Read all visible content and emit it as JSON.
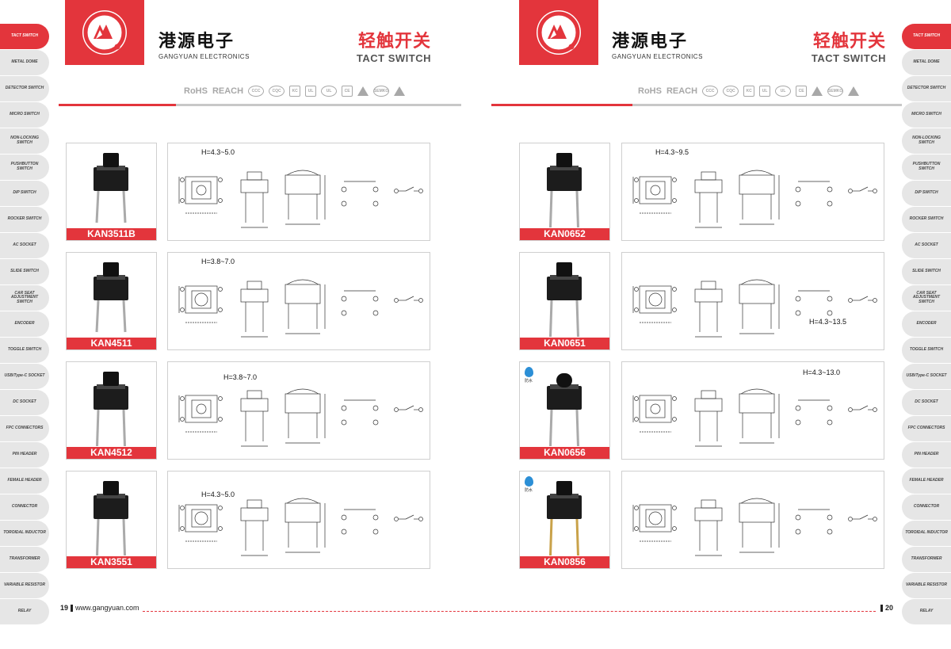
{
  "side_tabs": [
    {
      "label": "TACT SWITCH",
      "active": true
    },
    {
      "label": "METAL DOME"
    },
    {
      "label": "DETECTOR SWITCH"
    },
    {
      "label": "MICRO SWITCH"
    },
    {
      "label": "NON-LOCKING SWITCH"
    },
    {
      "label": "PUSHBUTTON SWITCH"
    },
    {
      "label": "DIP SWITCH"
    },
    {
      "label": "ROCKER SWITCH"
    },
    {
      "label": "AC SOCKET"
    },
    {
      "label": "SLIDE SWITCH"
    },
    {
      "label": "CAR SEAT ADJUSTMENT SWITCH"
    },
    {
      "label": "ENCODER"
    },
    {
      "label": "TOGGLE SWITCH"
    },
    {
      "label": "USB/Type-C SOCKET"
    },
    {
      "label": "DC SOCKET"
    },
    {
      "label": "FPC CONNECTORS"
    },
    {
      "label": "PIN HEADER"
    },
    {
      "label": "FEMALE HEADER"
    },
    {
      "label": "CONNECTOR"
    },
    {
      "label": "TOROIDAL INDUCTOR"
    },
    {
      "label": "TRANSFORMER"
    },
    {
      "label": "VARIABLE RESISTOR"
    },
    {
      "label": "RELAY"
    }
  ],
  "brand": {
    "cn": "港源电子",
    "en": "GANGYUAN ELECTRONICS"
  },
  "title": {
    "cn": "轻触开关",
    "en": "TACT SWITCH"
  },
  "certs": {
    "rohs": "RoHS",
    "reach": "REACH",
    "icons": [
      "CCC",
      "CQC",
      "KC",
      "UL",
      "UL",
      "CE",
      "TUV",
      "SEMKO",
      "VDE"
    ]
  },
  "left_products": [
    {
      "model": "KAN3511B",
      "height": "H=4.3~5.0"
    },
    {
      "model": "KAN4511",
      "height": "H=3.8~7.0"
    },
    {
      "model": "KAN4512",
      "height": "H=3.8~7.0"
    },
    {
      "model": "KAN3551",
      "height": "H=4.3~5.0"
    }
  ],
  "right_products": [
    {
      "model": "KAN0652",
      "height": "H=4.3~9.5",
      "waterproof": false
    },
    {
      "model": "KAN0651",
      "height": "H=4.3~13.5",
      "waterproof": false
    },
    {
      "model": "KAN0656",
      "height": "H=4.3~13.0",
      "waterproof": true
    },
    {
      "model": "KAN0856",
      "height": "",
      "waterproof": true
    }
  ],
  "waterproof_label": "防水",
  "footer": {
    "left_page": "19",
    "url": "www.gangyuan.com",
    "right_page": "20"
  },
  "colors": {
    "accent": "#e3353c",
    "tab_bg": "#e6e6e6",
    "rule_gray": "#c8c8c8"
  }
}
